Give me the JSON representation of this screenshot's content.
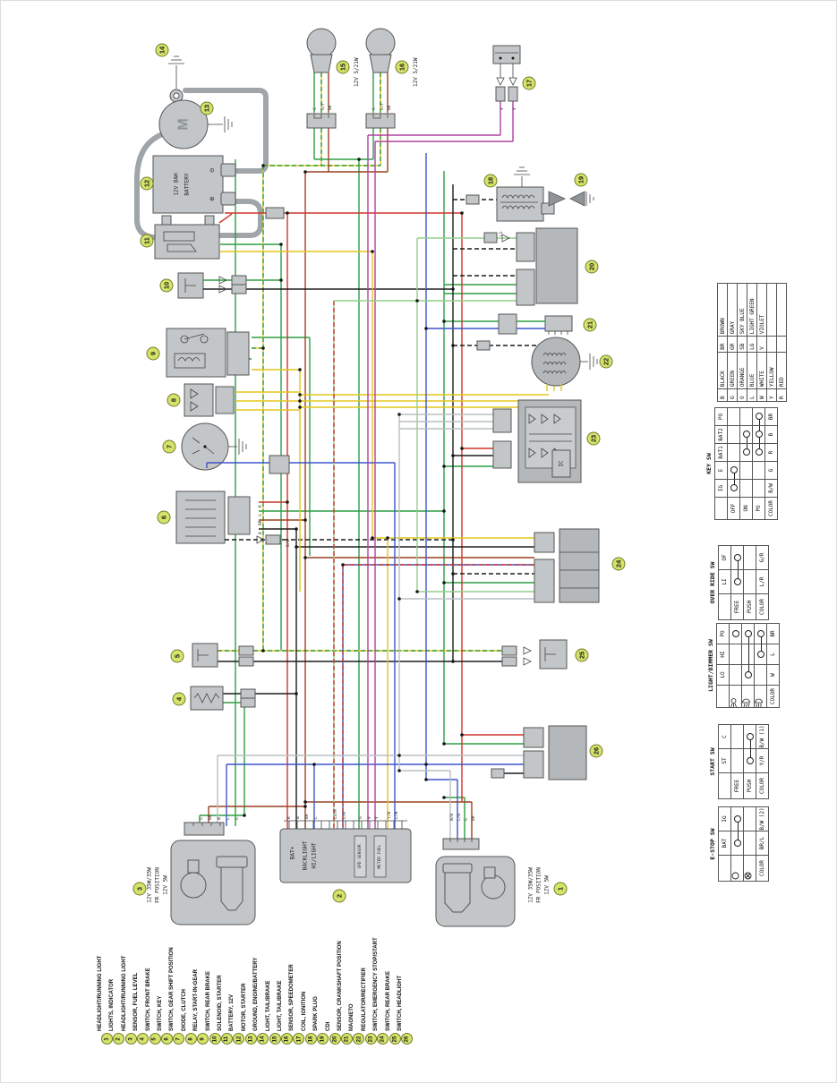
{
  "legend": {
    "items": [
      {
        "num": "1",
        "label": "HEADLIGHT/RUNNING LIGHT"
      },
      {
        "num": "2",
        "label": "LIGHTS, INDICATOR"
      },
      {
        "num": "3",
        "label": "HEADLIGHT/RUNNING LIGHT"
      },
      {
        "num": "4",
        "label": "SENSOR, FUEL LEVEL"
      },
      {
        "num": "5",
        "label": "SWITCH, FRONT BRAKE"
      },
      {
        "num": "6",
        "label": "SWITCH, KEY"
      },
      {
        "num": "7",
        "label": "SWITCH, GEAR SHIFT POSITION"
      },
      {
        "num": "8",
        "label": "DIODE, CLUTCH"
      },
      {
        "num": "9",
        "label": "RELAY, START-IN-GEAR"
      },
      {
        "num": "10",
        "label": "SWITCH, REAR BRAKE"
      },
      {
        "num": "11",
        "label": "SOLENOID, STARTER"
      },
      {
        "num": "12",
        "label": "BATTERY, 12V"
      },
      {
        "num": "13",
        "label": "MOTOR, STARTER"
      },
      {
        "num": "14",
        "label": "GROUND, ENGINE/BATTERY"
      },
      {
        "num": "15",
        "label": "LIGHT, TAIL/BRAKE"
      },
      {
        "num": "16",
        "label": "LIGHT, TAIL/BRAKE"
      },
      {
        "num": "17",
        "label": "SENSOR, SPEEDOMETER"
      },
      {
        "num": "18",
        "label": "COIL, IGNITION"
      },
      {
        "num": "19",
        "label": "SPARK PLUG"
      },
      {
        "num": "20",
        "label": "CDI"
      },
      {
        "num": "21",
        "label": "SENSOR, CRANKSHAFT POSITION"
      },
      {
        "num": "22",
        "label": "MAGNETO"
      },
      {
        "num": "23",
        "label": "REGULATOR/RECTIFIER"
      },
      {
        "num": "24",
        "label": "SWITCH, EMERGENCY STOP/START"
      },
      {
        "num": "25",
        "label": "SWITCH, REAR BRAKE"
      },
      {
        "num": "26",
        "label": "SWITCH, HEADLIGHT"
      }
    ]
  },
  "color_code": {
    "rows": [
      [
        "B",
        "BLACK",
        "BR",
        "BROWN"
      ],
      [
        "G",
        "GREEN",
        "GR",
        "GRAY"
      ],
      [
        "O",
        "ORANGE",
        "SB",
        "SKY BLUE"
      ],
      [
        "L",
        "BLUE",
        "LG",
        "LIGHT GREEN"
      ],
      [
        "W",
        "WHITE",
        "V",
        "VIOLET"
      ],
      [
        "Y",
        "YELLOW",
        "",
        ""
      ],
      [
        "R",
        "RED",
        "",
        ""
      ]
    ]
  },
  "switch_tables": {
    "key_sw": {
      "title": "KEY SW",
      "columns": [
        "IG",
        "E",
        "BAT1",
        "BAT2",
        "PO"
      ],
      "rows": [
        {
          "label": "OFF",
          "connections": [
            0,
            1
          ]
        },
        {
          "label": "ON",
          "connections": [
            2,
            3
          ]
        },
        {
          "label": "PO",
          "connections": [
            2,
            3,
            4
          ]
        }
      ],
      "color_label": "COLOR",
      "colors": [
        "B/W",
        "G",
        "R",
        "B",
        "BR"
      ]
    },
    "override_sw": {
      "title": "OVER RIDE SW",
      "columns": [
        "LI",
        "OF"
      ],
      "rows": [
        {
          "label": "FREE",
          "connections": [
            0,
            1
          ]
        },
        {
          "label": "PUSH",
          "connections": []
        }
      ],
      "color_label": "COLOR",
      "colors": [
        "L/R",
        "G/R"
      ]
    },
    "light_dimmer_sw": {
      "title": "LIGHT/DIMMER SW",
      "columns": [
        "LO",
        "HI",
        "PO"
      ],
      "rows": [
        {
          "label": "",
          "icon": "position-lamp-icon",
          "connections": [
            2
          ]
        },
        {
          "label": "",
          "icon": "low-beam-icon",
          "connections": [
            0,
            2
          ]
        },
        {
          "label": "",
          "icon": "high-beam-icon",
          "connections": [
            1,
            2
          ]
        }
      ],
      "color_label": "COLOR",
      "colors": [
        "W",
        "L",
        "BR"
      ]
    },
    "start_sw": {
      "title": "START SW",
      "columns": [
        "ST",
        "C"
      ],
      "rows": [
        {
          "label": "FREE",
          "connections": []
        },
        {
          "label": "PUSH",
          "connections": [
            0,
            1
          ]
        }
      ],
      "color_label": "COLOR",
      "colors": [
        "Y/R",
        "B/W (1)"
      ]
    },
    "estop_sw": {
      "title": "E-STOP SW",
      "columns": [
        "BAT",
        "IG"
      ],
      "rows": [
        {
          "label": "",
          "icon": "run-circle-icon",
          "connections": [
            0,
            1
          ]
        },
        {
          "label": "",
          "icon": "off-cross-icon",
          "connections": []
        }
      ],
      "color_label": "COLOR",
      "colors": [
        "BR/L",
        "B/W (2)"
      ]
    }
  },
  "components": {
    "motor": "M",
    "battery_line1": "12V 8AH",
    "battery_line2": "BATTERY",
    "tail_light": "12V 5/21W",
    "headlight_line1": "12V 35W/35W",
    "headlight_line2": "FR POSITION",
    "headlight_line3": "12V 5W",
    "meter_bat": "BAT+",
    "meter_backlight": "BACKLIGHT",
    "meter_hilight": "HI/LIGHT",
    "meter_spd": "SPD SENSOR",
    "meter_fuel": "METER FUEL",
    "ic": "IC",
    "battery_minus": "⊖",
    "battery_plus": "⊕"
  },
  "wire_labels": {
    "g": "G",
    "gy": "G/Y",
    "br": "BR",
    "v": "V",
    "r": "R",
    "b": "B",
    "l": "L",
    "w": "W",
    "y": "Y",
    "lg": "LG",
    "bw": "B/W",
    "lw": "L/W",
    "lr": "L/R",
    "lgr": "LG/R",
    "yw": "Y/W",
    "wb": "W/B",
    "lb": "L/B"
  },
  "colors": {
    "green": "#2f9e44",
    "yellow": "#e3c61b",
    "red": "#cf342b",
    "black": "#1d1d1d",
    "blue": "#3d55c9",
    "violet": "#b0409f",
    "brown": "#99421f",
    "lgreen": "#93ce8e",
    "wwire": "#b9bfc2",
    "comp": "#c3c6c8",
    "stroke": "#555555",
    "callout": "#d6e36a"
  }
}
